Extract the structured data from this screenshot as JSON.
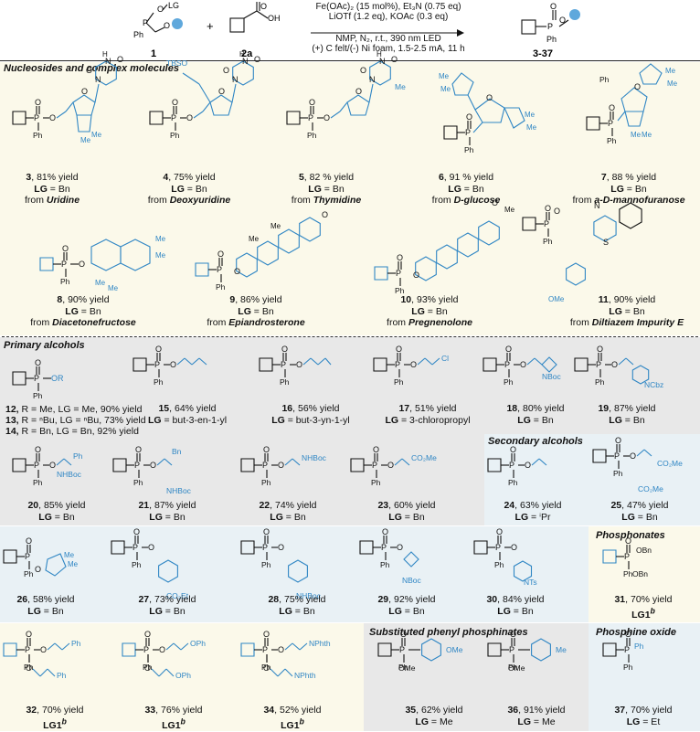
{
  "colors": {
    "blue": "#2f86c4",
    "yellow_bg": "#fbf9ea",
    "gray_bg": "#e8e8e8",
    "blue_bg": "#e9f1f5",
    "sphere": "#5fa8dc"
  },
  "scheme": {
    "reagent1_label": "1",
    "reagent2_label": "2a",
    "product_label": "3-37",
    "plus": "+",
    "lg": "LG",
    "ph": "Ph",
    "oh": "OH",
    "p": "P",
    "o": "O",
    "conditions": [
      "Fe(OAc)₂ (15 mol%), Et₃N (0.75 eq)",
      "LiOTf (1.2 eq), KOAc (0.3 eq)",
      "NMP, N₂, r.t., 390 nm LED",
      "(+) C felt/(-) Ni foam, 1.5-2.5 mA, 11 h"
    ]
  },
  "sections": {
    "nucleosides": "Nucleosides and complex molecules",
    "primary": "Primary alcohols",
    "secondary": "Secondary alcohols",
    "phosphonates": "Phosphonates",
    "substituted": "Substituted phenyl phosphinates",
    "phosphine_oxide": "Phosphine oxide"
  },
  "compounds": [
    {
      "id": "3",
      "yield": ", 81% yield",
      "lg": "Bn",
      "from": "Uridine"
    },
    {
      "id": "4",
      "yield": ", 75% yield",
      "lg": "Bn",
      "from": "Deoxyuridine"
    },
    {
      "id": "5",
      "yield": ", 82 % yield",
      "lg": "Bn",
      "from": "Thymidine"
    },
    {
      "id": "6",
      "yield": ", 91 % yield",
      "lg": "Bn",
      "from": "D-glucose"
    },
    {
      "id": "7",
      "yield": ", 88 % yield",
      "lg": "Bn",
      "from": "a-D-mannofuranose"
    },
    {
      "id": "8",
      "yield": ", 90% yield",
      "lg": "Bn",
      "from": "Diacetonefructose"
    },
    {
      "id": "9",
      "yield": ", 86% yield",
      "lg": "Bn",
      "from": "Epiandrosterone"
    },
    {
      "id": "10",
      "yield": ", 93% yield",
      "lg": "Bn",
      "from": "Pregnenolone"
    },
    {
      "id": "11",
      "yield": ", 90% yield",
      "lg": "Bn",
      "from": "Diltiazem Impurity E"
    },
    {
      "id": "15",
      "yield": ", 64% yield",
      "lg": "but-3-en-1-yl"
    },
    {
      "id": "16",
      "yield": ", 56% yield",
      "lg": "but-3-yn-1-yl"
    },
    {
      "id": "17",
      "yield": ", 51% yield",
      "lg": "3-chloropropyl"
    },
    {
      "id": "18",
      "yield": ", 80% yield",
      "lg": "Bn"
    },
    {
      "id": "19",
      "yield": ", 87% yield",
      "lg": "Bn"
    },
    {
      "id": "20",
      "yield": ", 85% yield",
      "lg": "Bn"
    },
    {
      "id": "21",
      "yield": ", 87% yield",
      "lg": "Bn"
    },
    {
      "id": "22",
      "yield": ", 74% yield",
      "lg": "Bn"
    },
    {
      "id": "23",
      "yield": ", 60% yield",
      "lg": "Bn"
    },
    {
      "id": "24",
      "yield": ", 63% yield",
      "lg": "ⁱPr"
    },
    {
      "id": "25",
      "yield": ", 47% yield",
      "lg": "Bn"
    },
    {
      "id": "26",
      "yield": ", 58% yield",
      "lg": "Bn"
    },
    {
      "id": "27",
      "yield": ", 73% yield",
      "lg": "Bn"
    },
    {
      "id": "28",
      "yield": ", 75% yield",
      "lg": "Bn"
    },
    {
      "id": "29",
      "yield": ", 92% yield",
      "lg": "Bn"
    },
    {
      "id": "30",
      "yield": ", 84% yield",
      "lg": "Bn"
    },
    {
      "id": "31",
      "yield": ", 70% yield",
      "lg1": "LG1",
      "sup": "b"
    },
    {
      "id": "32",
      "yield": ", 70% yield",
      "lg1": "LG1",
      "sup": "b"
    },
    {
      "id": "33",
      "yield": ", 76% yield",
      "lg1": "LG1",
      "sup": "b"
    },
    {
      "id": "34",
      "yield": ", 52% yield",
      "lg1": "LG1",
      "sup": "b"
    },
    {
      "id": "35",
      "yield": ", 62% yield",
      "lg": "Me"
    },
    {
      "id": "36",
      "yield": ", 91% yield",
      "lg": "Me"
    },
    {
      "id": "37",
      "yield": ", 70% yield",
      "lg": "Et"
    }
  ],
  "cmp12_14": [
    {
      "id": "12",
      "r": "R = Me,",
      "lg": "LG = Me, 90% yield"
    },
    {
      "id": "13",
      "r": "R = ⁿBu,",
      "lg": "LG = ⁿBu, 73% yield"
    },
    {
      "id": "14",
      "r": "R = Bn,",
      "lg": "LG = Bn, 92% yield"
    }
  ],
  "labels": {
    "lg_prefix": "LG",
    "eq": " = ",
    "from": "from ",
    "or": "OR",
    "nhboc": "NHBoc",
    "nboc": "NBoc",
    "ncbz": "NCbz",
    "nts": "NTs",
    "cl": "Cl",
    "co2me": "CO₂Me",
    "co2et": "CO₂Et",
    "obn": "OBn",
    "ome": "OMe",
    "me": "Me",
    "ph": "Ph",
    "oph": "OPh",
    "nphth": "NPhth",
    "tbso": "TBSO",
    "h": "H",
    "n": "N",
    "s": "S"
  }
}
